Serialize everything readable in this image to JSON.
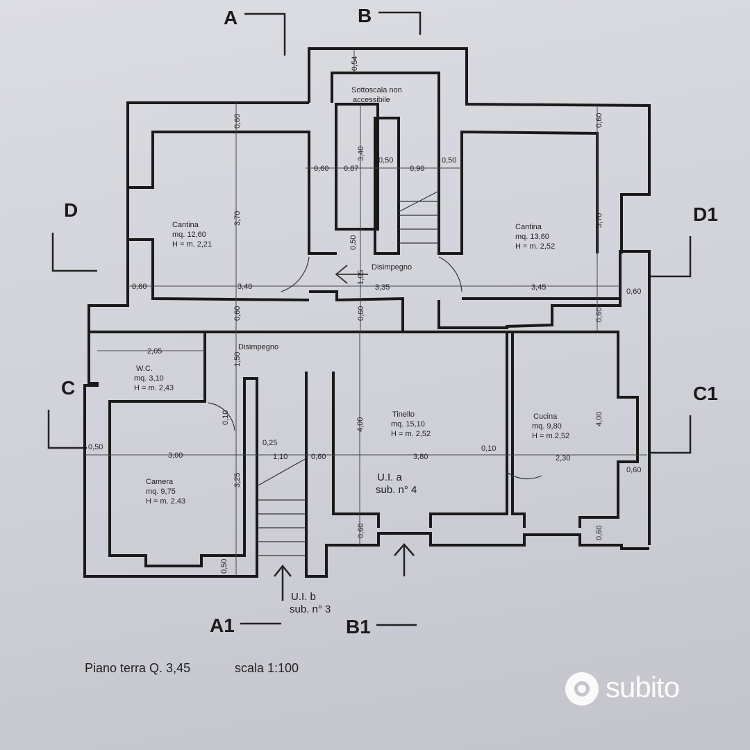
{
  "sections": {
    "A": "A",
    "A1": "A1",
    "B": "B",
    "B1": "B1",
    "C": "C",
    "C1": "C1",
    "D": "D",
    "D1": "D1"
  },
  "rooms": {
    "sottoscala": {
      "line1": "Sottoscala non",
      "line2": "accessibile"
    },
    "cantina_left": {
      "name": "Cantina",
      "area": "mq. 12,60",
      "height": "H = m. 2,21"
    },
    "cantina_right": {
      "name": "Cantina",
      "area": "mq. 13,60",
      "height": "H = m. 2,52"
    },
    "disimpegno_top": {
      "name": "Disimpegno"
    },
    "disimpegno_mid": {
      "name": "Disimpegno"
    },
    "wc": {
      "name": "W.C.",
      "area": "mq. 3,10",
      "height": "H = m. 2,43"
    },
    "camera": {
      "name": "Camera",
      "area": "mq. 9,75",
      "height": "H = m. 2,43"
    },
    "tinello": {
      "name": "Tinello",
      "area": "mq. 15,10",
      "height": "H = m. 2,52"
    },
    "cucina": {
      "name": "Cucina",
      "area": "mq. 9,80",
      "height": "H = m.2,52"
    }
  },
  "units": {
    "ui_a": {
      "line1": "U.I. a",
      "line2": "sub. n° 4"
    },
    "ui_b": {
      "line1": "U.I. b",
      "line2": "sub. n° 3"
    }
  },
  "dims": {
    "d054": "0,54",
    "d340": "3,40",
    "d060_tl": "0,60",
    "d060_tr": "0,60",
    "d060_a": "0,60",
    "d087": "0,87",
    "d050_a": "0,50",
    "d090": "0,90",
    "d050_b": "0,50",
    "d370_l": "3,70",
    "d370_r": "3,70",
    "d050_c": "0,50",
    "d105": "1,05",
    "d060_l": "0,60",
    "d340_w": "3,40",
    "d335": "3,35",
    "d345": "3,45",
    "d060_r": "0,60",
    "d060_m1": "0,60",
    "d060_m2": "0,60",
    "d060_m3": "0,60",
    "d205": "2,05",
    "d150": "1,50",
    "d010_a": "0,10",
    "d400_a": "4,00",
    "d400_b": "4,00",
    "d050_d": "0,50",
    "d300": "3,00",
    "d025": "0,25",
    "d110": "1,10",
    "d060_s": "0,60",
    "d380": "3,80",
    "d010_b": "0,10",
    "d230": "2,30",
    "d060_e": "0,60",
    "d325": "3,25",
    "d060_f": "0,60",
    "d060_g": "0,60",
    "d050_e": "0,50"
  },
  "caption": {
    "floor": "Piano terra Q. 3,45",
    "scale": "scala 1:100"
  },
  "watermark": "subito"
}
